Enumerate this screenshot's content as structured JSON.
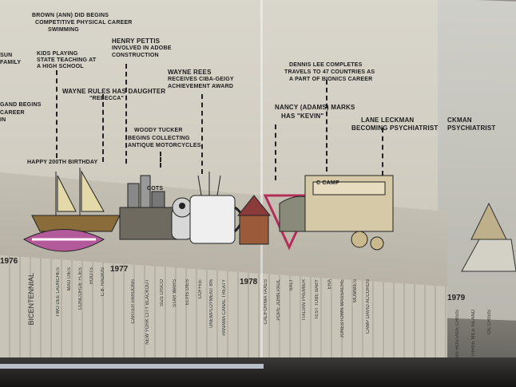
{
  "notes": {
    "n1": "BROWN (ANN) DID BEGINS",
    "n1b": "COMPETITIVE PHYSICAL CAREER",
    "n1c": "SWIMMING",
    "left_top": "SUN",
    "left_top_b": "FAMILY",
    "n2": "KIDS PLAYING",
    "n2b": "STATE TEACHING AT",
    "n2c": "A HIGH SCHOOL",
    "n3": "HENRY PETTIS",
    "n3b": "INVOLVED IN ADOBE",
    "n3c": "CONSTRUCTION",
    "n4": "WAYNE RULES HAS DAUGHTER",
    "n4b": "\"REBECCA\"",
    "n5": "GAND BEGINS",
    "n5b": "CAREER",
    "n5c": "IN",
    "n6": "WAYNE REES",
    "n6b": "RECEIVES CIBA-GEIGY",
    "n6c": "ACHIEVEMENT AWARD",
    "n7": "WOODY TUCKER",
    "n7b": "BEGINS COLLECTING",
    "n7c": "ANTIQUE MOTORCYCLES",
    "n8": "NANCY (ADAMS) MARKS",
    "n8b": "HAS \"KEVIN\"",
    "n9": "DENNIS LEE COMPLETES",
    "n9b": "TRAVELS TO 47 COUNTRIES AS",
    "n9c": "A PART OF BIONICS CAREER",
    "n10": "LANE LECKMAN",
    "n10b": "BECOMING PSYCHIATRIST",
    "n11": "CKMAN",
    "n11b": "PSYCHIATRIST",
    "banner": "HAPPY 200TH BIRTHDAY",
    "cots": "COTS",
    "camp": "C CAMP"
  },
  "years": {
    "y1976": "1976",
    "y1977": "1977",
    "y1978": "1978",
    "y1979": "1979"
  },
  "events": {
    "e1": "BICENTENNIAL",
    "e2": "TWO DEE LAUNCHES",
    "e3": "MAO DIES",
    "e4": "CONCORDE FLIES",
    "e5": "ROOTS",
    "e6": "C.B. RADIOS",
    "e7": "CARTER PARDONS",
    "e8": "NEW YORK CITY BLACKOUT",
    "e9": "SIZE DISCO",
    "e10": "STAR WARS",
    "e11": "ELVIS DIES",
    "e12": "COFFEE",
    "e13": "UNEMPLOYMENT 8%",
    "e14": "PANAMA CANAL TREATY",
    "e15": "CALIFORNIA TAXES",
    "e16": "POPE JOHN PAUL",
    "e17": "SALT",
    "e18": "ITALIAN PREMIER",
    "e19": "TEST TUBE BABY",
    "e20": "ERA",
    "e21": "JONESTOWN MASSACRE",
    "e22": "MUMMIES",
    "e23": "CAMP DAVID ACCORDS",
    "e24": "IRAN HOSTAGE CRISIS",
    "e25": "THREE MILE ISLAND",
    "e26": "OIL CRISIS"
  }
}
